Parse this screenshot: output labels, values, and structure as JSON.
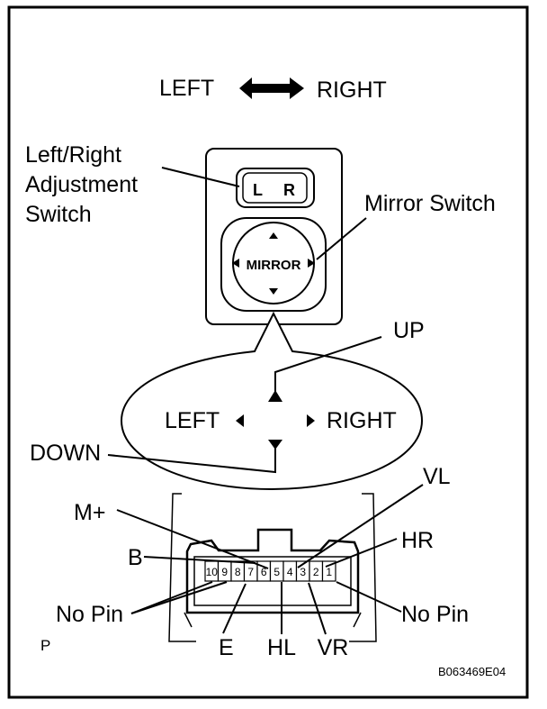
{
  "top": {
    "left": "LEFT",
    "right": "RIGHT"
  },
  "callouts": {
    "lr_switch": [
      "Left/Right",
      "Adjustment",
      "Switch"
    ],
    "mirror_switch": "Mirror Switch"
  },
  "switch": {
    "l_key": "L",
    "r_key": "R",
    "mirror_label": "MIRROR"
  },
  "bubble": {
    "up": "UP",
    "down": "DOWN",
    "left": "LEFT",
    "right": "RIGHT"
  },
  "connector": {
    "pins": [
      "10",
      "9",
      "8",
      "7",
      "6",
      "5",
      "4",
      "3",
      "2",
      "1"
    ],
    "labels": {
      "m_plus": "M+",
      "b": "B",
      "no_pin_left": "No Pin",
      "e": "E",
      "hl": "HL",
      "vr": "VR",
      "vl": "VL",
      "hr": "HR",
      "no_pin_right": "No Pin"
    }
  },
  "footer": {
    "p": "P",
    "code": "B063469E04"
  }
}
